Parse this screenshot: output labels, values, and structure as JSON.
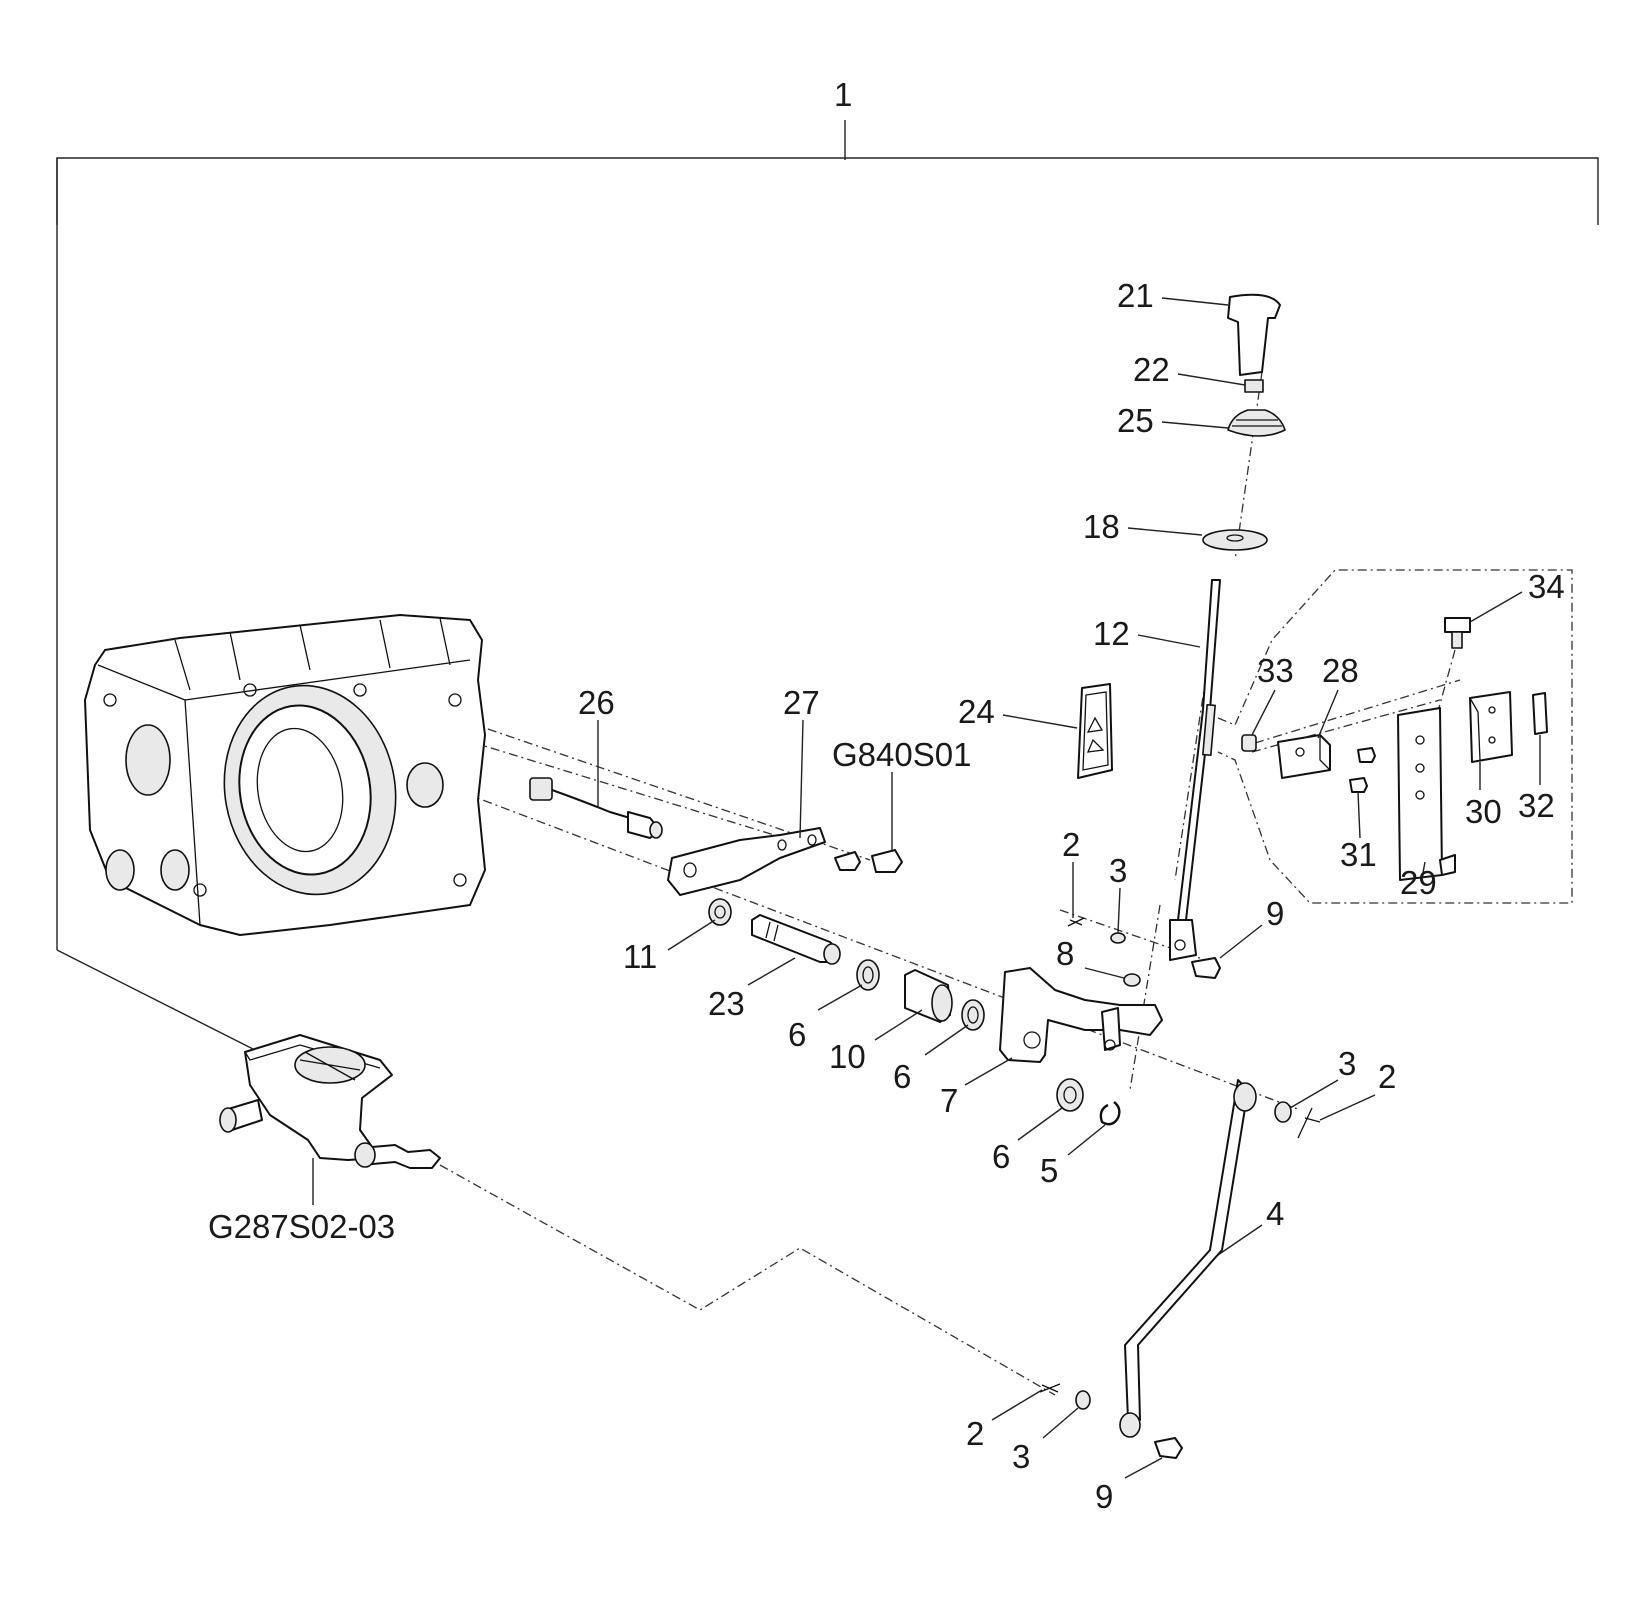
{
  "diagram": {
    "assembly_number": "1",
    "callouts": [
      {
        "id": "c21",
        "text": "21"
      },
      {
        "id": "c22",
        "text": "22"
      },
      {
        "id": "c25",
        "text": "25"
      },
      {
        "id": "c18",
        "text": "18"
      },
      {
        "id": "c12",
        "text": "12"
      },
      {
        "id": "c34",
        "text": "34"
      },
      {
        "id": "c33",
        "text": "33"
      },
      {
        "id": "c28",
        "text": "28"
      },
      {
        "id": "c24",
        "text": "24"
      },
      {
        "id": "c26",
        "text": "26"
      },
      {
        "id": "c27",
        "text": "27"
      },
      {
        "id": "cG840",
        "text": "G840S01"
      },
      {
        "id": "c2a",
        "text": "2"
      },
      {
        "id": "c3a",
        "text": "3"
      },
      {
        "id": "c9a",
        "text": "9"
      },
      {
        "id": "c8",
        "text": "8"
      },
      {
        "id": "c31",
        "text": "31"
      },
      {
        "id": "c29",
        "text": "29"
      },
      {
        "id": "c30",
        "text": "30"
      },
      {
        "id": "c32",
        "text": "32"
      },
      {
        "id": "c11",
        "text": "11"
      },
      {
        "id": "c23",
        "text": "23"
      },
      {
        "id": "c6a",
        "text": "6"
      },
      {
        "id": "c10",
        "text": "10"
      },
      {
        "id": "c6b",
        "text": "6"
      },
      {
        "id": "c7",
        "text": "7"
      },
      {
        "id": "c3b",
        "text": "3"
      },
      {
        "id": "c2b",
        "text": "2"
      },
      {
        "id": "c6c",
        "text": "6"
      },
      {
        "id": "c5",
        "text": "5"
      },
      {
        "id": "c4",
        "text": "4"
      },
      {
        "id": "cG287",
        "text": "G287S02-03"
      },
      {
        "id": "c2c",
        "text": "2"
      },
      {
        "id": "c3c",
        "text": "3"
      },
      {
        "id": "c9b",
        "text": "9"
      }
    ]
  }
}
